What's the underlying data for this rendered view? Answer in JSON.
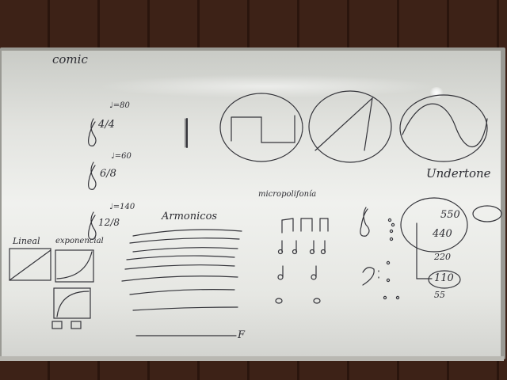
{
  "scene": {
    "description_colors": {
      "ink": "#2d2d33",
      "board": "#eeefeb",
      "wall": "#3d2217"
    }
  },
  "labels": {
    "title": "comic",
    "tempo_1": "♩=80",
    "tempo_2": "♩=60",
    "tempo_3": "♩=140",
    "time_sig_1": "4/4",
    "time_sig_2": "6/8",
    "time_sig_3": "12/8",
    "linear": "Lineal",
    "exponential": "exponencial",
    "armonicos": "Armonicos",
    "micropolifonia": "micropolifonía",
    "undertone": "Undertone",
    "freq_1": "550",
    "freq_2": "440",
    "freq_3": "220",
    "freq_4": "110",
    "freq_5": "55",
    "dynamic": "F"
  }
}
